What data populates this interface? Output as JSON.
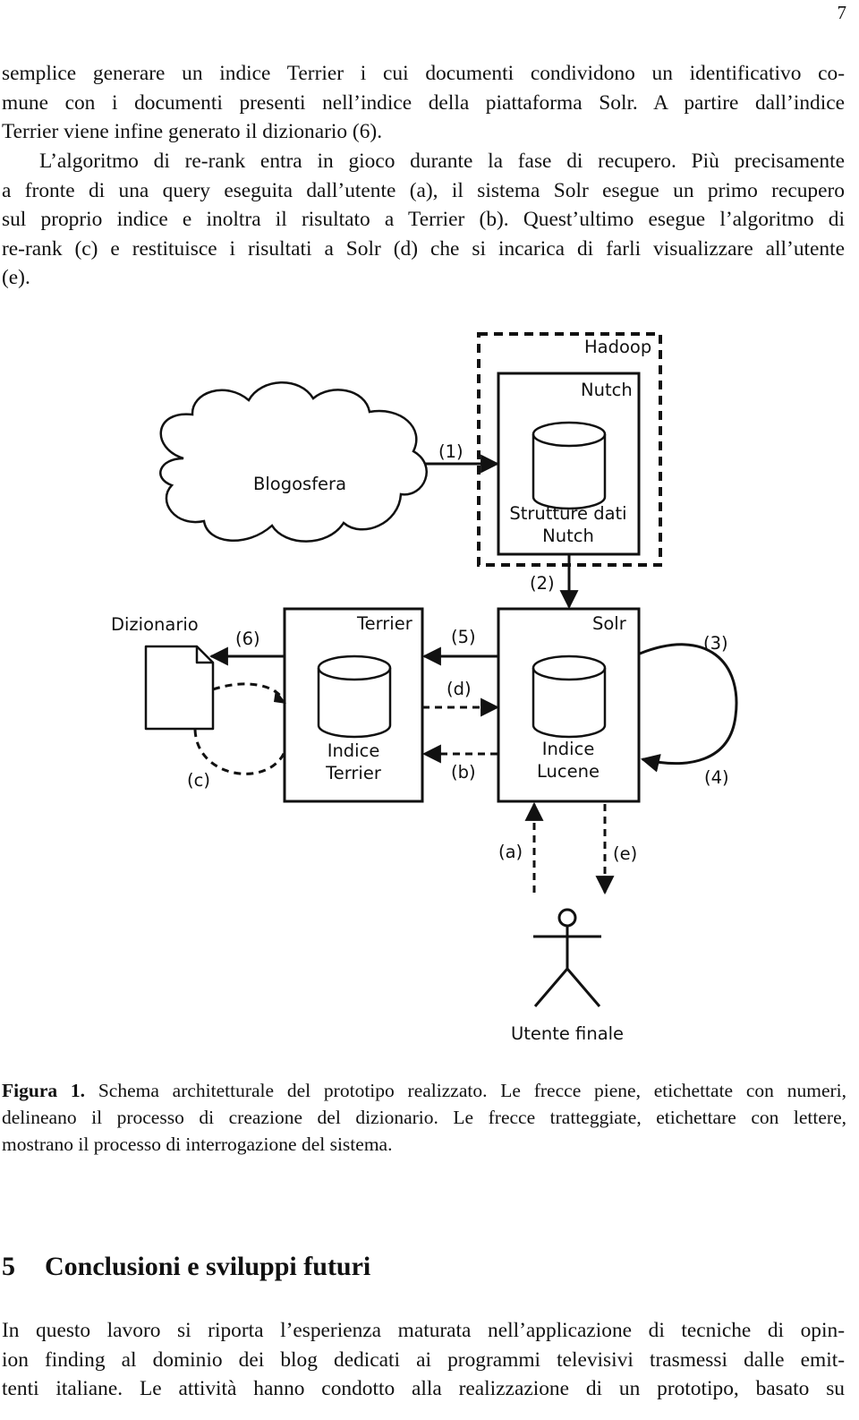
{
  "page_number": "7",
  "paragraph_1": [
    "semplice generare un indice Terrier i cui documenti condividono un identificativo co-",
    "mune con i documenti presenti nell’indice della piattaforma Solr. A partire dall’indice",
    "Terrier viene infine generato il dizionario (6)."
  ],
  "paragraph_2": [
    "L’algoritmo di re-rank entra in gioco durante la fase di recupero. Più precisamente",
    "a fronte di una query eseguita dall’utente (a), il sistema Solr esegue un primo recupero",
    "sul proprio indice e inoltra il risultato a Terrier (b). Quest’ultimo esegue l’algoritmo di",
    "re-rank (c) e restituisce i risultati a Solr (d) che si incarica di farli visualizzare all’utente",
    "(e)."
  ],
  "diagram": {
    "hadoop": "Hadoop",
    "nutch": "Nutch",
    "blogosfera": "Blogosfera",
    "strutture_dati_l1": "Strutture dati",
    "strutture_dati_l2": "Nutch",
    "dizionario": "Dizionario",
    "terrier": "Terrier",
    "solr": "Solr",
    "indice_terrier_l1": "Indice",
    "indice_terrier_l2": "Terrier",
    "indice_lucene_l1": "Indice",
    "indice_lucene_l2": "Lucene",
    "utente_finale": "Utente finale",
    "label_1": "(1)",
    "label_2": "(2)",
    "label_3": "(3)",
    "label_4": "(4)",
    "label_5": "(5)",
    "label_6": "(6)",
    "label_a": "(a)",
    "label_b": "(b)",
    "label_c": "(c)",
    "label_d": "(d)",
    "label_e": "(e)"
  },
  "caption": {
    "label": "Figura 1.",
    "line_1_rest": " Schema architetturale del prototipo realizzato. Le frecce piene, etichettate con numeri,",
    "line_2": "delineano il processo di creazione del dizionario. Le frecce tratteggiate, etichettare con lettere,",
    "line_3": "mostrano il processo di interrogazione del sistema."
  },
  "section": {
    "number": "5",
    "title": "Conclusioni e sviluppi futuri"
  },
  "paragraph_3": [
    "In questo lavoro si riporta l’esperienza maturata nell’applicazione di tecniche di opin-",
    "ion finding al dominio dei blog dedicati ai programmi televisivi trasmessi dalle emit-",
    "tenti italiane. Le attività hanno condotto alla realizzazione di un prototipo, basato su"
  ]
}
